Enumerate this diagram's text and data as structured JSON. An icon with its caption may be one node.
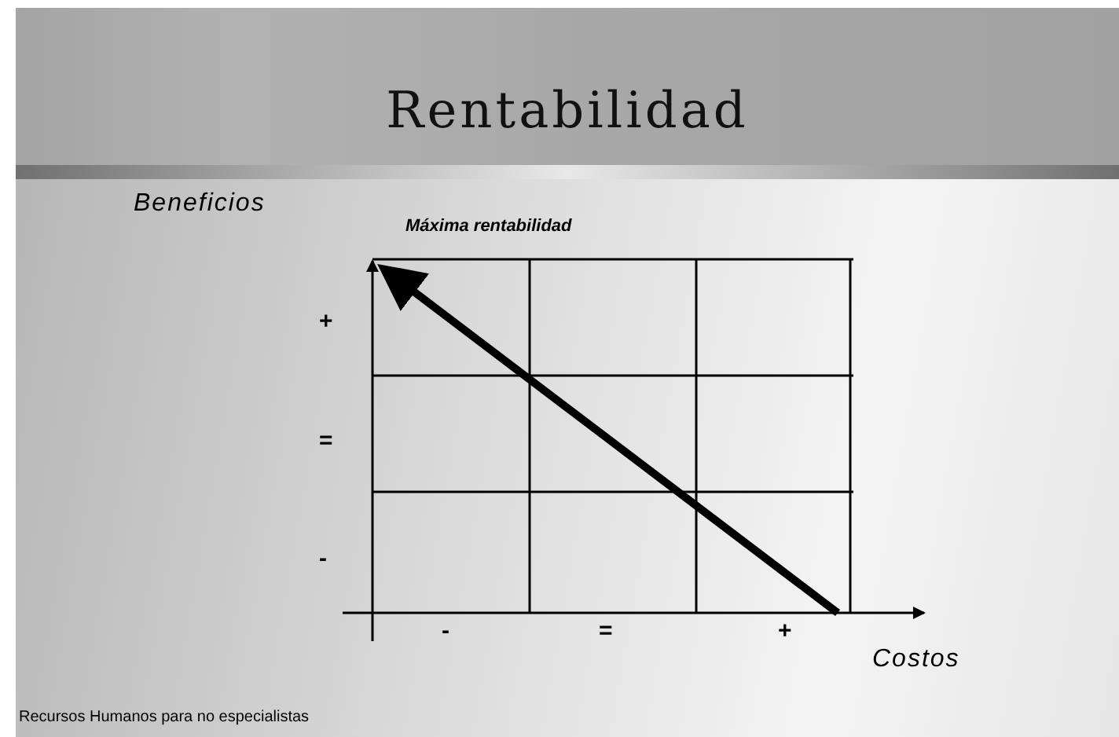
{
  "diagram": {
    "title": "Rentabilidad",
    "labels": [
      "Beneficios",
      "Máxima rentabilidad",
      "+",
      "=",
      "-",
      "-",
      "=",
      "+",
      "Costos",
      "Recursos Humanos para no especialistas"
    ]
  }
}
